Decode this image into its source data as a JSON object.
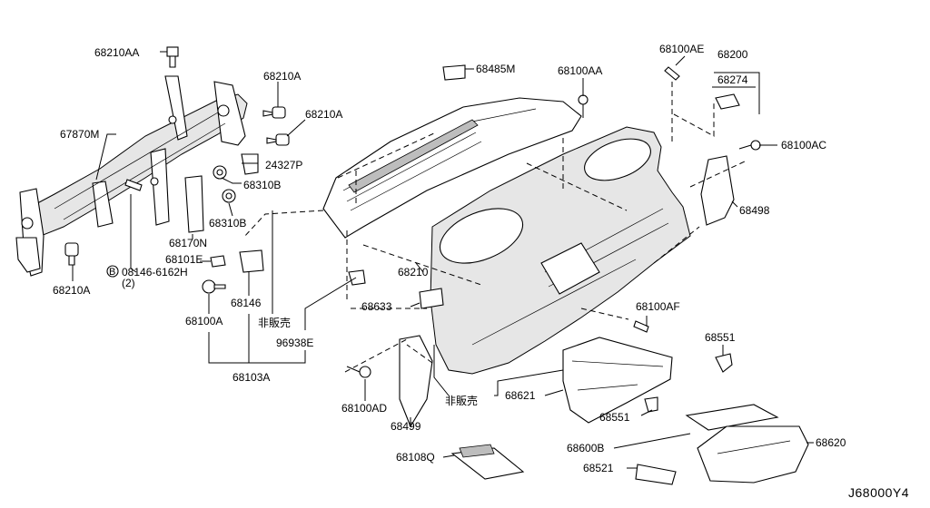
{
  "diagram": {
    "reference_code": "J68000Y4",
    "parts": {
      "p68210AA": "68210AA",
      "p68210A_1": "68210A",
      "p68210A_2": "68210A",
      "p68210A_3": "68210A",
      "p67870M": "67870M",
      "p24327P": "24327P",
      "p68310B_1": "68310B",
      "p68310B_2": "68310B",
      "p68170N": "68170N",
      "p68101E": "68101E",
      "p08146": "08146-6162H",
      "p08146_bolt_marker": "B",
      "p08146_qty": "(2)",
      "p68146": "68146",
      "p68100A": "68100A",
      "p_not_for_sale_1": "非販売",
      "p96938E": "96938E",
      "p68103A": "68103A",
      "p68485M": "68485M",
      "p68100AA": "68100AA",
      "p68100AE": "68100AE",
      "p68200": "68200",
      "p68274": "68274",
      "p68100AC": "68100AC",
      "p68498": "68498",
      "p68210": "68210",
      "p68633": "68633",
      "p68100AF": "68100AF",
      "p68551_1": "68551",
      "p68551_2": "68551",
      "p68621": "68621",
      "p_not_for_sale_2": "非販売",
      "p68100AD": "68100AD",
      "p68499": "68499",
      "p68600B": "68600B",
      "p68620": "68620",
      "p68108Q": "68108Q",
      "p68521": "68521"
    }
  }
}
